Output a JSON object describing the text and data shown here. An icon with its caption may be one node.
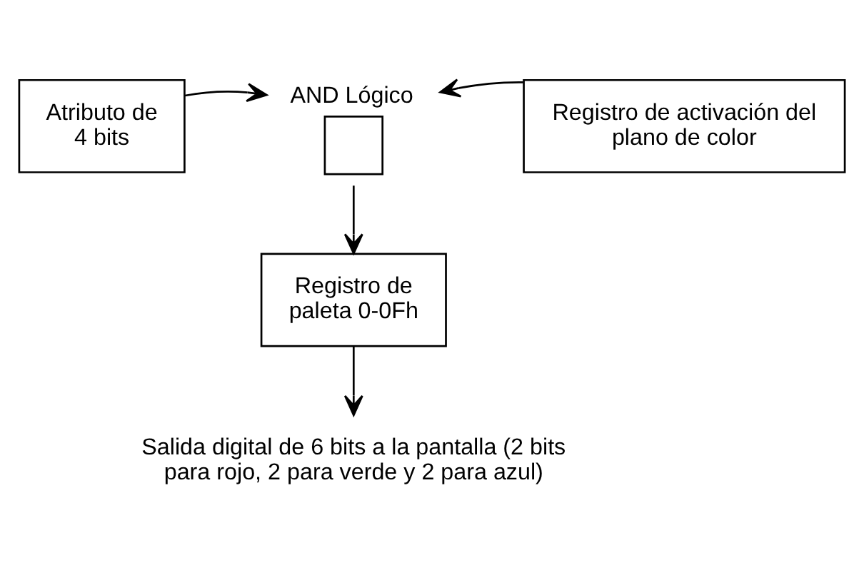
{
  "diagram": {
    "nodes": [
      {
        "text": [
          "Atributo de 4 bits"
        ]
      },
      {
        "text": [
          "AND Lógico"
        ]
      },
      {
        "text": [
          "Registro de activación del plano de color"
        ]
      },
      {
        "text": [
          "Registro de paleta 0-0Fh"
        ]
      },
      {
        "text": [
          "Salida digital de 6 bits a la pantalla (2 bits para rojo, 2 para verde y 2 para azul)"
        ]
      }
    ],
    "edges": [
      {
        "from": 0,
        "to": 1,
        "arrow": "to"
      },
      {
        "from": 2,
        "to": 1,
        "arrow": "to"
      },
      {
        "from": 1,
        "to": 3,
        "arrow": "to"
      },
      {
        "from": 3,
        "to": 4,
        "arrow": "to"
      }
    ]
  }
}
